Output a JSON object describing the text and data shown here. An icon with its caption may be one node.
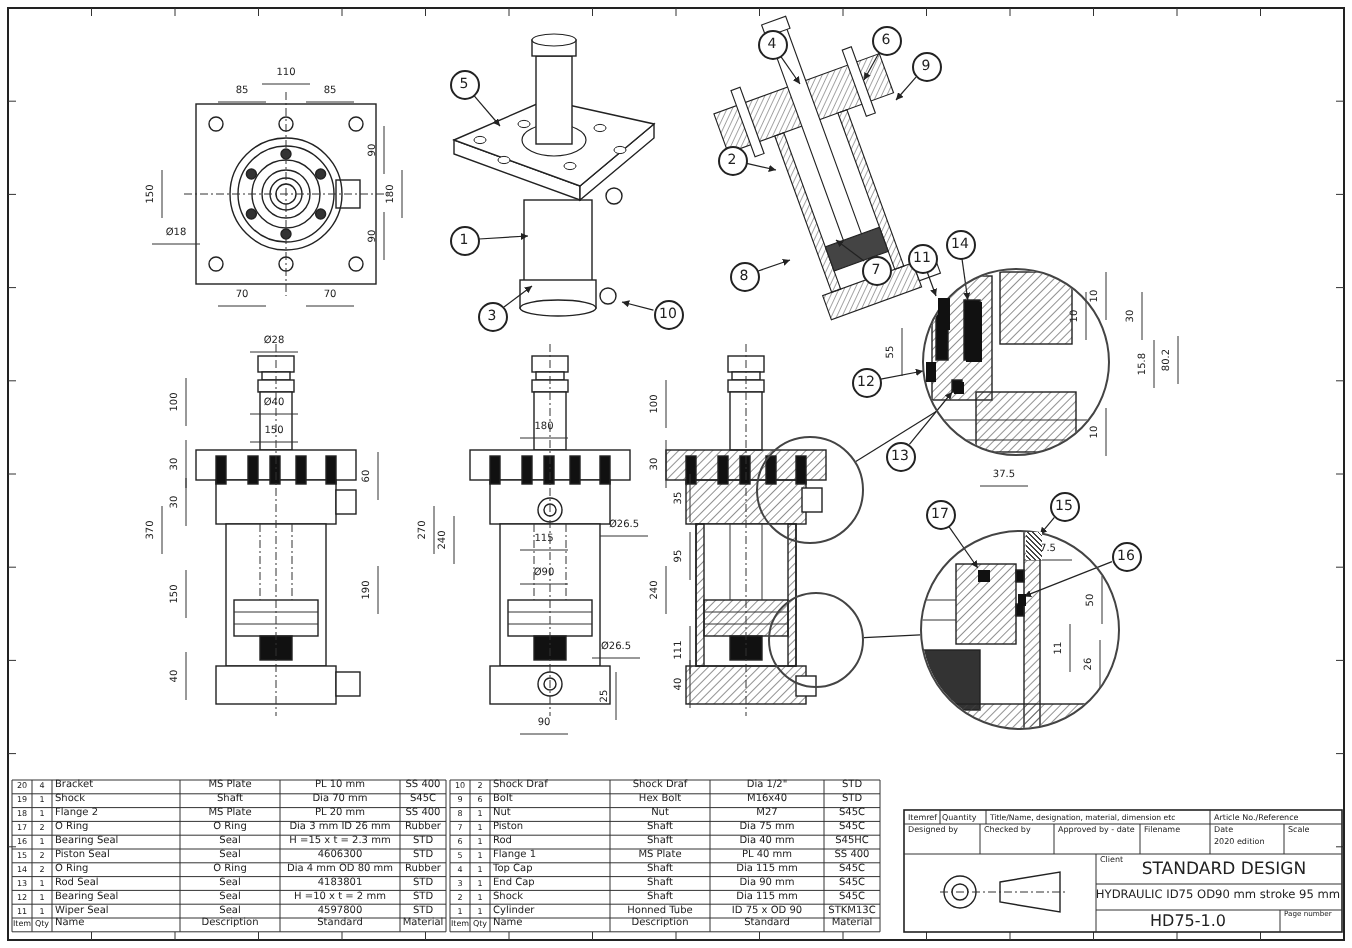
{
  "diagram": {
    "nodes": [
      {
        "text": [
          "5"
        ]
      },
      {
        "text": [
          "4"
        ]
      },
      {
        "text": [
          "6"
        ]
      },
      {
        "text": [
          "9"
        ]
      },
      {
        "text": [
          "2"
        ]
      },
      {
        "text": [
          "1"
        ]
      },
      {
        "text": [
          "11"
        ]
      },
      {
        "text": [
          "14"
        ]
      },
      {
        "text": [
          "8"
        ]
      },
      {
        "text": [
          "7"
        ]
      },
      {
        "text": [
          "3"
        ]
      },
      {
        "text": [
          "10"
        ]
      },
      {
        "text": [
          "12"
        ]
      },
      {
        "text": [
          "13"
        ]
      },
      {
        "text": [
          "17"
        ]
      },
      {
        "text": [
          "15"
        ]
      },
      {
        "text": [
          "16"
        ]
      },
      {
        "text": [],
        "shape": "circle"
      },
      {
        "text": [],
        "shape": "circle"
      },
      {
        "text": [],
        "shape": "circle"
      },
      {
        "text": [],
        "shape": "circle"
      },
      {
        "text": [],
        "shape": "box",
        "in": 18
      },
      {
        "text": [],
        "shape": "box",
        "in": 18
      },
      {
        "text": [],
        "shape": "box",
        "in": 18
      },
      {
        "text": [],
        "shape": "box",
        "in": 18
      },
      {
        "text": [],
        "shape": "box",
        "in": 20
      },
      {
        "text": [],
        "shape": "box",
        "in": 20
      },
      {
        "text": [],
        "shape": "box",
        "in": 20
      }
    ],
    "edges": [
      {
        "from": 0,
        "to": null,
        "arrow": "to"
      },
      {
        "from": 1,
        "to": null,
        "arrow": "to"
      },
      {
        "from": 2,
        "to": null,
        "arrow": "to"
      },
      {
        "from": 3,
        "to": null,
        "arrow": "to"
      },
      {
        "from": 4,
        "to": null,
        "arrow": "to"
      },
      {
        "from": 5,
        "to": null,
        "arrow": "to"
      },
      {
        "from": 6,
        "to": 21,
        "arrow": "to"
      },
      {
        "from": 7,
        "to": 22,
        "arrow": "to"
      },
      {
        "from": 8,
        "to": null,
        "arrow": "to"
      },
      {
        "from": 9,
        "to": null,
        "arrow": "to"
      },
      {
        "from": 10,
        "to": null,
        "arrow": "to"
      },
      {
        "from": 11,
        "to": null,
        "arrow": "to"
      },
      {
        "from": 12,
        "to": 23,
        "arrow": "to"
      },
      {
        "from": 13,
        "to": 24,
        "arrow": "to"
      },
      {
        "from": 14,
        "to": 26,
        "arrow": "to"
      },
      {
        "from": 15,
        "to": 25,
        "arrow": "to"
      },
      {
        "from": 16,
        "to": 27,
        "arrow": "to"
      },
      {
        "from": 17,
        "to": 18,
        "arrow": "none"
      },
      {
        "from": 19,
        "to": 20,
        "arrow": "none"
      }
    ],
    "labels": [
      "110",
      "85",
      "85",
      "150",
      "90",
      "90",
      "180",
      "Ø18",
      "70",
      "70",
      "Ø28",
      "Ø40",
      "150",
      "100",
      "30",
      "30",
      "370",
      "150",
      "40",
      "60",
      "190",
      "180",
      "270",
      "240",
      "115",
      "Ø26.5",
      "Ø90",
      "Ø26.5",
      "25",
      "90",
      "100",
      "30",
      "35",
      "95",
      "240",
      "111",
      "40",
      "10",
      "10",
      "30",
      "15.8",
      "80.2",
      "55",
      "10",
      "37.5",
      "7.5",
      "50",
      "11",
      "26",
      "20",
      "4",
      "Bracket",
      "MS Plate",
      "PL 10 mm",
      "SS 400",
      "19",
      "1",
      "Shock",
      "Shaft",
      "Dia 70 mm",
      "S45C",
      "18",
      "1",
      "Flange 2",
      "MS Plate",
      "PL 20 mm",
      "SS 400",
      "17",
      "2",
      "O Ring",
      "O Ring",
      "Dia 3 mm ID 26 mm",
      "Rubber",
      "16",
      "1",
      "Bearing Seal",
      "Seal",
      "H =15 x t = 2.3 mm",
      "STD",
      "15",
      "2",
      "Piston Seal",
      "Seal",
      "4606300",
      "STD",
      "14",
      "2",
      "O Ring",
      "O Ring",
      "Dia 4 mm OD 80 mm",
      "Rubber",
      "13",
      "1",
      "Rod Seal",
      "Seal",
      "4183801",
      "STD",
      "12",
      "1",
      "Bearing Seal",
      "Seal",
      "H =10 x t = 2 mm",
      "STD",
      "11",
      "1",
      "Wiper Seal",
      "Seal",
      "4597800",
      "STD",
      "Item",
      "Qty",
      "Name",
      "Description",
      "Standard",
      "Material",
      "10",
      "2",
      "Shock Draf",
      "Shock Draf",
      "Dia 1/2\"",
      "STD",
      "9",
      "6",
      "Bolt",
      "Hex Bolt",
      "M16x40",
      "STD",
      "8",
      "1",
      "Nut",
      "Nut",
      "M27",
      "S45C",
      "7",
      "1",
      "Piston",
      "Shaft",
      "Dia 75 mm",
      "S45C",
      "6",
      "1",
      "Rod",
      "Shaft",
      "Dia 40 mm",
      "S45HC",
      "5",
      "1",
      "Flange 1",
      "MS Plate",
      "PL 40 mm",
      "SS 400",
      "4",
      "1",
      "Top Cap",
      "Shaft",
      "Dia 115 mm",
      "S45C",
      "3",
      "1",
      "End Cap",
      "Shaft",
      "Dia 90 mm",
      "S45C",
      "2",
      "1",
      "Shock",
      "Shaft",
      "Dia 115 mm",
      "S45C",
      "1",
      "1",
      "Cylinder",
      "Honned Tube",
      "ID 75 x OD 90",
      "STKM13C",
      "Item",
      "Qty",
      "Name",
      "Description",
      "Standard",
      "Material",
      "Itemref",
      "Quantity",
      "Title/Name, designation, material, dimension etc",
      "Article No./Reference",
      "Designed by",
      "Checked by",
      "Approved by - date",
      "Filename",
      "Date",
      "2020 edition",
      "Scale",
      "Client",
      "STANDARD DESIGN",
      "HYDRAULIC ID75 OD90 mm stroke 95 mm",
      "HD75-1.0",
      "Page number"
    ]
  }
}
